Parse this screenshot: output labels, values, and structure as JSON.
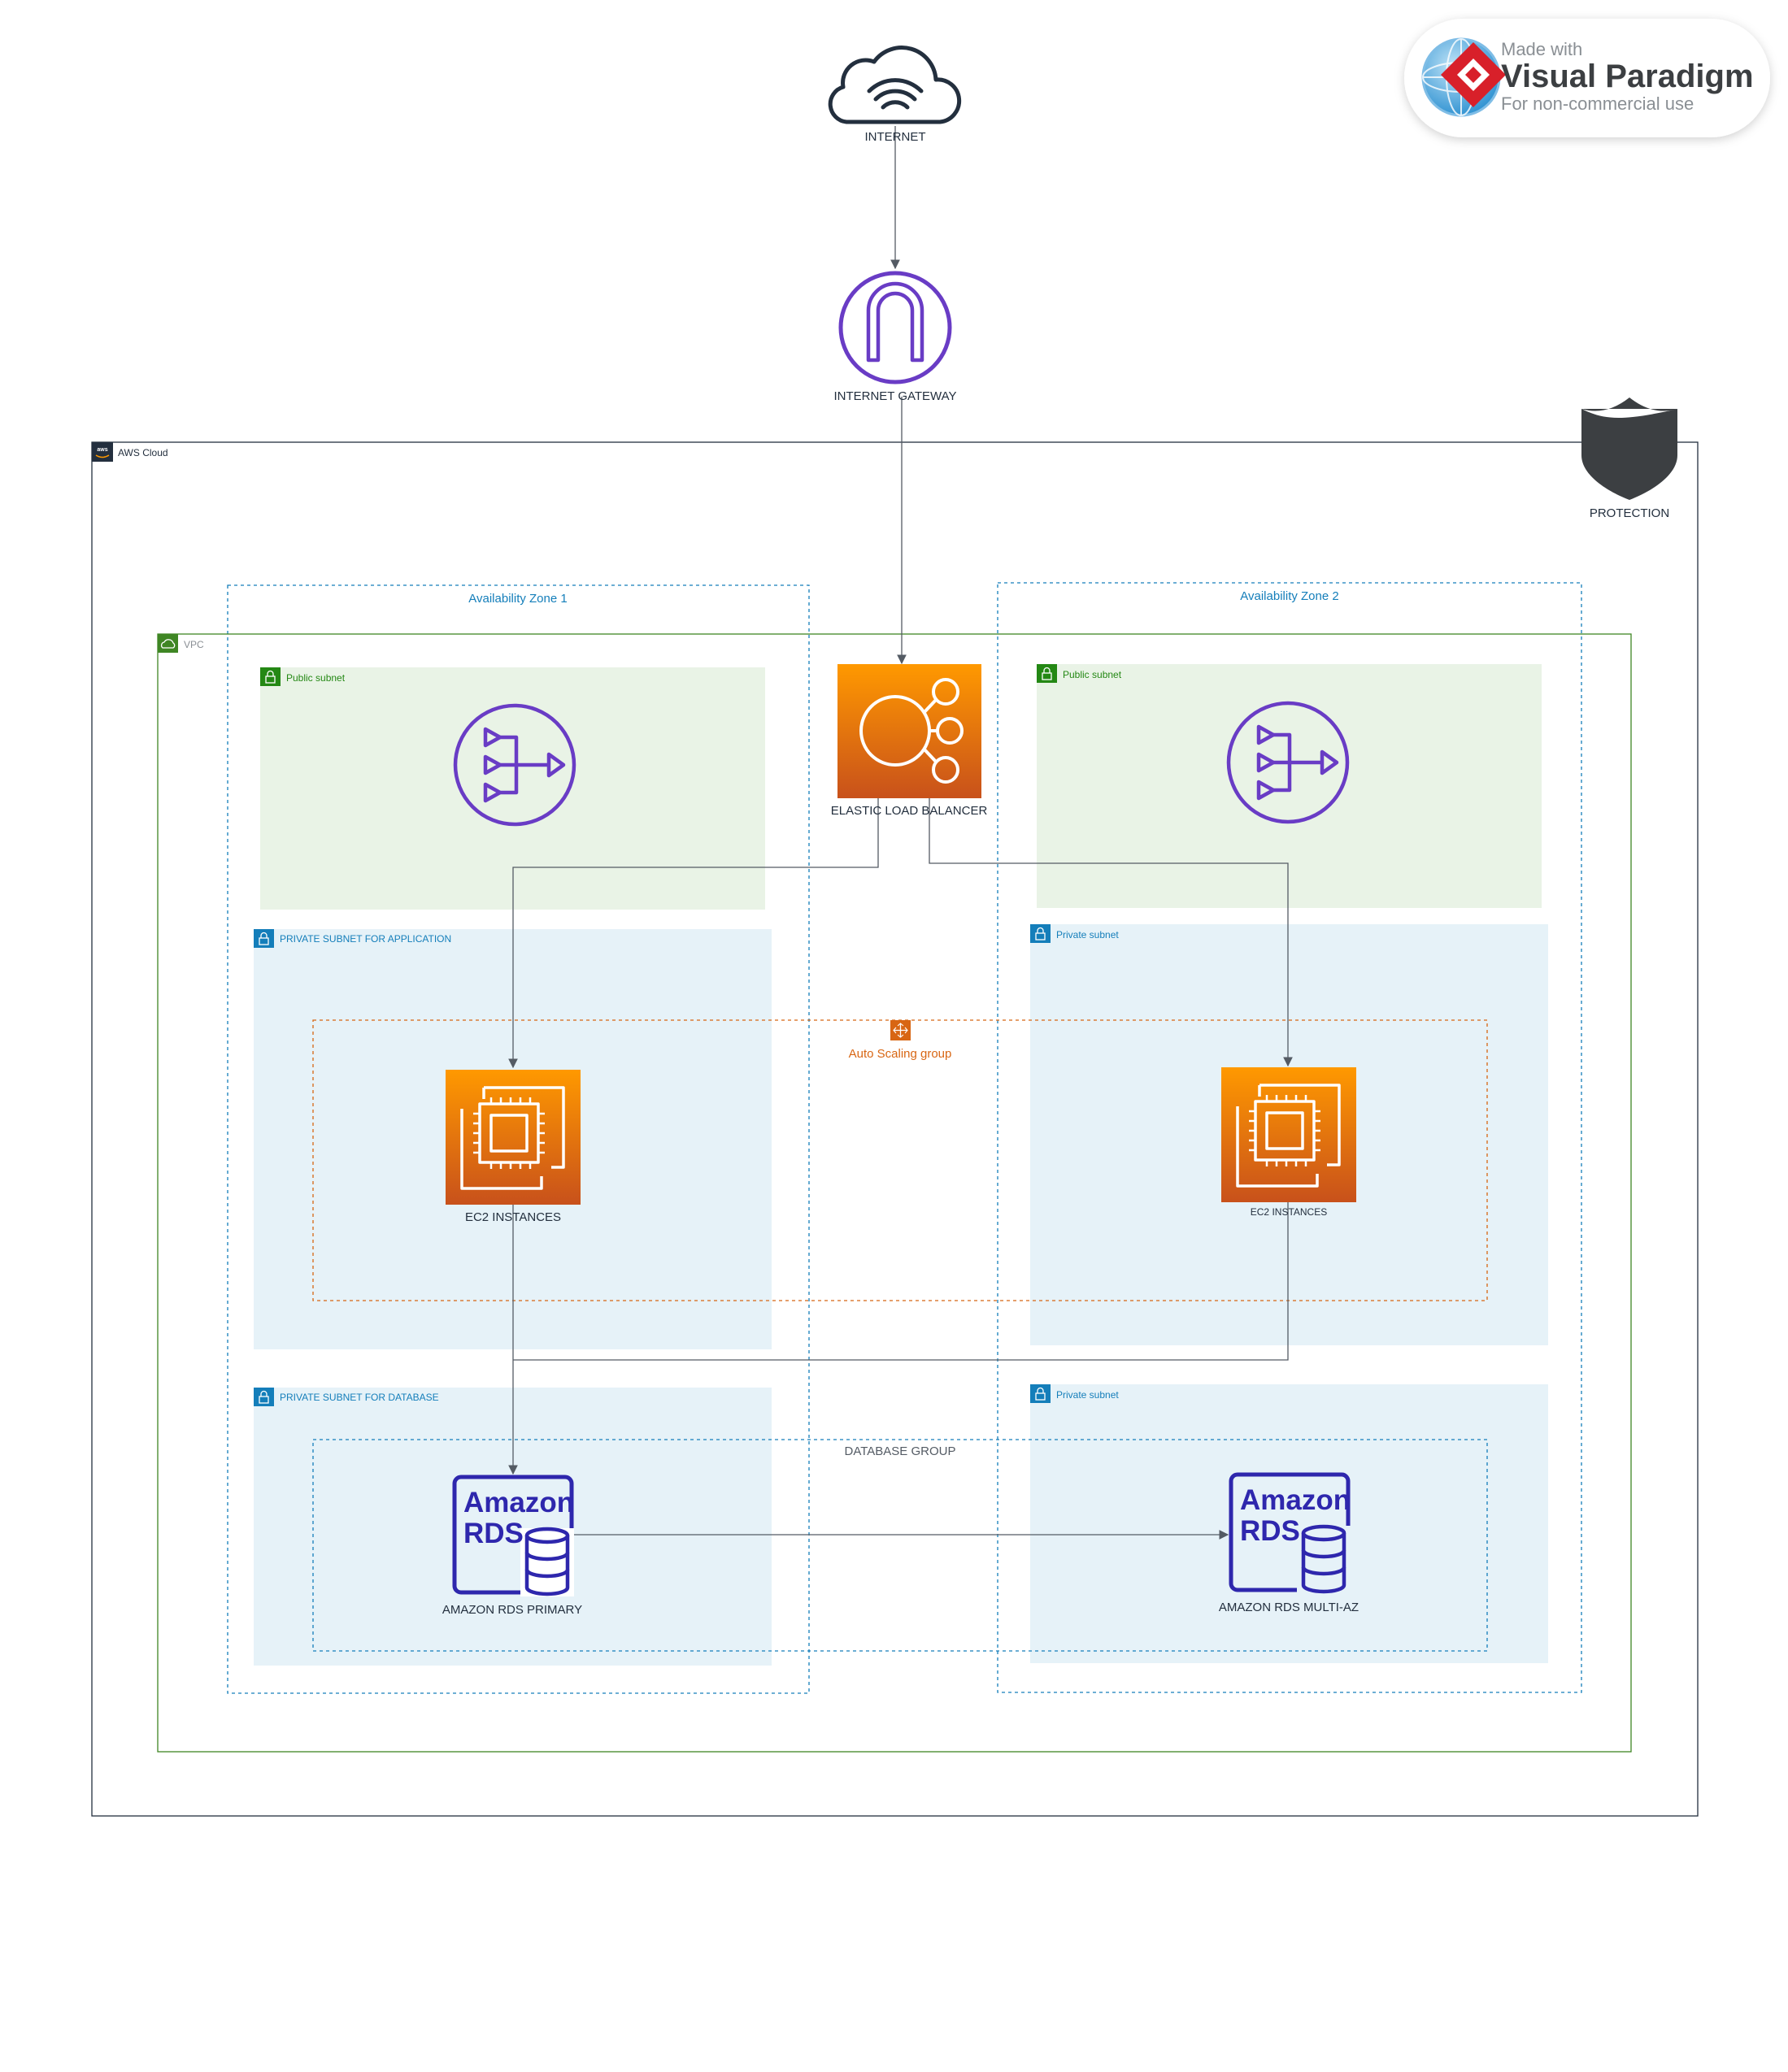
{
  "nodes": {
    "internet": {
      "label": "INTERNET",
      "icon": "cloud-wifi-icon"
    },
    "internet_gateway": {
      "label": "INTERNET GATEWAY",
      "icon": "internet-gateway-icon"
    },
    "protection": {
      "label": "PROTECTION",
      "icon": "shield-icon"
    },
    "elb": {
      "label": "ELASTIC LOAD BALANCER",
      "icon": "load-balancer-icon"
    },
    "nat_az1": {
      "label": "",
      "icon": "nat-gateway-icon"
    },
    "nat_az2": {
      "label": "",
      "icon": "nat-gateway-icon"
    },
    "ec2_az1": {
      "label": "EC2 INSTANCES",
      "icon": "ec2-icon"
    },
    "ec2_az2": {
      "label": "EC2 INSTANCES",
      "icon": "ec2-icon"
    },
    "rds_primary": {
      "label": "AMAZON RDS PRIMARY",
      "icon": "rds-icon",
      "icon_text": [
        "Amazon",
        "RDS"
      ]
    },
    "rds_multi_az": {
      "label": "AMAZON RDS MULTI-AZ",
      "icon": "rds-icon",
      "icon_text": [
        "Amazon",
        "RDS"
      ]
    }
  },
  "groups": {
    "aws_cloud": "AWS Cloud",
    "vpc": "VPC",
    "az1": "Availability Zone 1",
    "az2": "Availability Zone 2",
    "public_subnet_az1": "Public subnet",
    "public_subnet_az2": "Public subnet",
    "private_app_az1": "PRIVATE SUBNET FOR APPLICATION",
    "private_app_az2": "Private subnet",
    "private_db_az1": "PRIVATE SUBNET FOR DATABASE",
    "private_db_az2": "Private subnet",
    "auto_scaling": "Auto Scaling group",
    "database_group": "DATABASE GROUP"
  },
  "watermark": {
    "line1": "Made with",
    "line2": "Visual Paradigm",
    "line3": "For non-commercial use"
  },
  "colors": {
    "aws_cloud_border": "#232f3e",
    "vpc_border": "#3f8624",
    "az_border": "#147eba",
    "public_subnet_fill": "#e9f3e6",
    "public_subnet_label": "#248814",
    "private_subnet_fill": "#e6f2f8",
    "private_subnet_label": "#147eba",
    "auto_scaling": "#d86613",
    "aws_orange_top": "#f58536",
    "aws_orange_bottom": "#d05c17",
    "network_purple": "#693cc5",
    "database_blue": "#2e27ad",
    "connector": "#545b64"
  },
  "edges": [
    {
      "from": "INTERNET",
      "to": "INTERNET GATEWAY"
    },
    {
      "from": "INTERNET GATEWAY",
      "to": "ELASTIC LOAD BALANCER"
    },
    {
      "from": "ELASTIC LOAD BALANCER",
      "to": "EC2 INSTANCES (Availability Zone 1)"
    },
    {
      "from": "ELASTIC LOAD BALANCER",
      "to": "EC2 INSTANCES (Availability Zone 2)"
    },
    {
      "from": "EC2 INSTANCES (Availability Zone 1)",
      "to": "AMAZON RDS PRIMARY"
    },
    {
      "from": "EC2 INSTANCES (Availability Zone 2)",
      "to": "AMAZON RDS PRIMARY"
    },
    {
      "from": "AMAZON RDS PRIMARY",
      "to": "AMAZON RDS MULTI-AZ"
    }
  ]
}
